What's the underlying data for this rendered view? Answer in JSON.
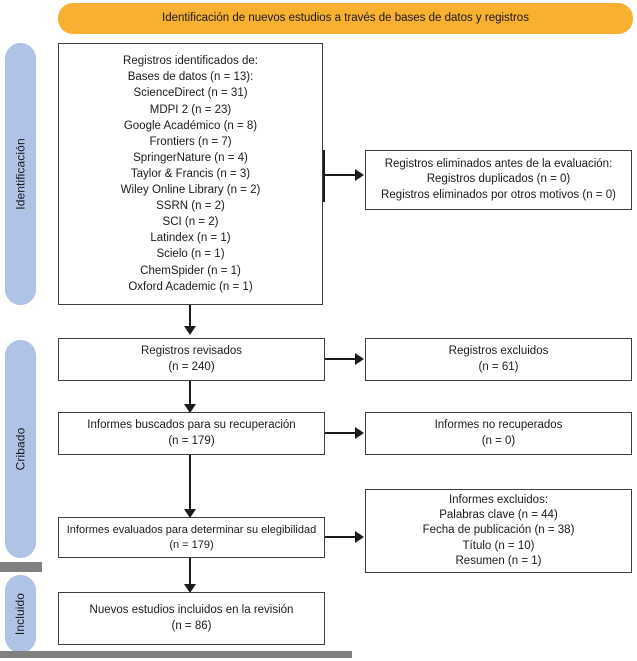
{
  "diagram": {
    "type": "prisma-flow-diagram",
    "language": "es",
    "colors": {
      "banner": "#f7b030",
      "stage_pill": "#aec3e6",
      "box_border": "#3f3f3f",
      "connector": "#1a1a1a",
      "rule": "#808080",
      "background": "#ffffff"
    }
  },
  "banner": {
    "label": "Identificación de nuevos estudios a través de bases de datos y registros"
  },
  "stages": [
    {
      "key": "identificacion",
      "label": "Identificación"
    },
    {
      "key": "cribado",
      "label": "Cribado"
    },
    {
      "key": "incluido",
      "label": "Incluido"
    }
  ],
  "boxes": {
    "records_identified": {
      "title": "Registros identificados de:",
      "subtitle": "Bases de datos (n = 13):",
      "sources": [
        {
          "name": "ScienceDirect",
          "n": 31,
          "line": "ScienceDirect (n = 31)"
        },
        {
          "name": "MDPI 2",
          "n": 23,
          "line": "MDPI 2 (n = 23)"
        },
        {
          "name": "Google Académico",
          "n": 8,
          "line": "Google Académico (n = 8)"
        },
        {
          "name": "Frontiers",
          "n": 7,
          "line": "Frontiers (n = 7)"
        },
        {
          "name": "SpringerNature",
          "n": 4,
          "line": "SpringerNature (n = 4)"
        },
        {
          "name": "Taylor & Francis",
          "n": 3,
          "line": "Taylor & Francis (n = 3)"
        },
        {
          "name": "Wiley Online Library",
          "n": 2,
          "line": "Wiley Online Library (n = 2)"
        },
        {
          "name": "SSRN",
          "n": 2,
          "line": "SSRN (n = 2)"
        },
        {
          "name": "SCI",
          "n": 2,
          "line": "SCI (n = 2)"
        },
        {
          "name": "Latindex",
          "n": 1,
          "line": "Latindex (n = 1)"
        },
        {
          "name": "Scielo",
          "n": 1,
          "line": "Scielo (n = 1)"
        },
        {
          "name": "ChemSpider",
          "n": 1,
          "line": "ChemSpider (n = 1)"
        },
        {
          "name": "Oxford Academic",
          "n": 1,
          "line": "Oxford Academic (n = 1)"
        }
      ],
      "text": "Registros identificados de:\nBases de datos (n = 13):\nScienceDirect (n = 31)\nMDPI 2 (n = 23)\nGoogle Académico (n = 8)\nFrontiers (n = 7)\nSpringerNature (n = 4)\nTaylor & Francis (n = 3)\nWiley Online Library (n = 2)\nSSRN (n = 2)\nSCI (n = 2)\nLatindex (n = 1)\nScielo (n = 1)\nChemSpider (n = 1)\nOxford Academic (n = 1)"
    },
    "records_removed": {
      "title": "Registros eliminados antes de la evaluación:",
      "items": [
        {
          "label": "Registros duplicados",
          "n": 0,
          "line": "Registros duplicados (n = 0)"
        },
        {
          "label": "Registros eliminados por otros motivos",
          "n": 0,
          "line": "Registros eliminados por otros motivos (n = 0)"
        }
      ],
      "text": "Registros eliminados antes de la evaluación:\nRegistros duplicados (n = 0)\nRegistros eliminados por otros motivos (n = 0)"
    },
    "records_screened": {
      "label": "Registros revisados",
      "n": 240,
      "text": "Registros revisados\n(n = 240)"
    },
    "records_excluded": {
      "label": "Registros excluidos",
      "n": 61,
      "text": "Registros excluidos\n(n = 61)"
    },
    "reports_sought": {
      "label": "Informes buscados para su recuperación",
      "n": 179,
      "text": "Informes buscados para su recuperación\n(n = 179)"
    },
    "reports_not_retrieved": {
      "label": "Informes no recuperados",
      "n": 0,
      "text": "Informes no recuperados\n(n = 0)"
    },
    "reports_assessed": {
      "label": "Informes evaluados para determinar su elegibilidad",
      "n": 179,
      "text": "Informes evaluados para determinar su elegibilidad\n(n = 179)"
    },
    "reports_excluded": {
      "title": "Informes excluidos:",
      "reasons": [
        {
          "label": "Palabras clave",
          "n": 44,
          "line": "Palabras clave (n = 44)"
        },
        {
          "label": "Fecha de publicación",
          "n": 38,
          "line": "Fecha de publicación (n = 38)"
        },
        {
          "label": "Título",
          "n": 10,
          "line": "Título (n = 10)"
        },
        {
          "label": "Resumen",
          "n": 1,
          "line": "Resumen (n = 1)"
        }
      ],
      "text": "Informes excluidos:\nPalabras clave (n = 44)\nFecha de publicación (n = 38)\nTítulo (n = 10)\nResumen (n = 1)"
    },
    "studies_included": {
      "label": "Nuevos estudios incluidos en la revisión",
      "n": 86,
      "text": "Nuevos estudios incluidos en la revisión\n(n = 86)"
    }
  }
}
